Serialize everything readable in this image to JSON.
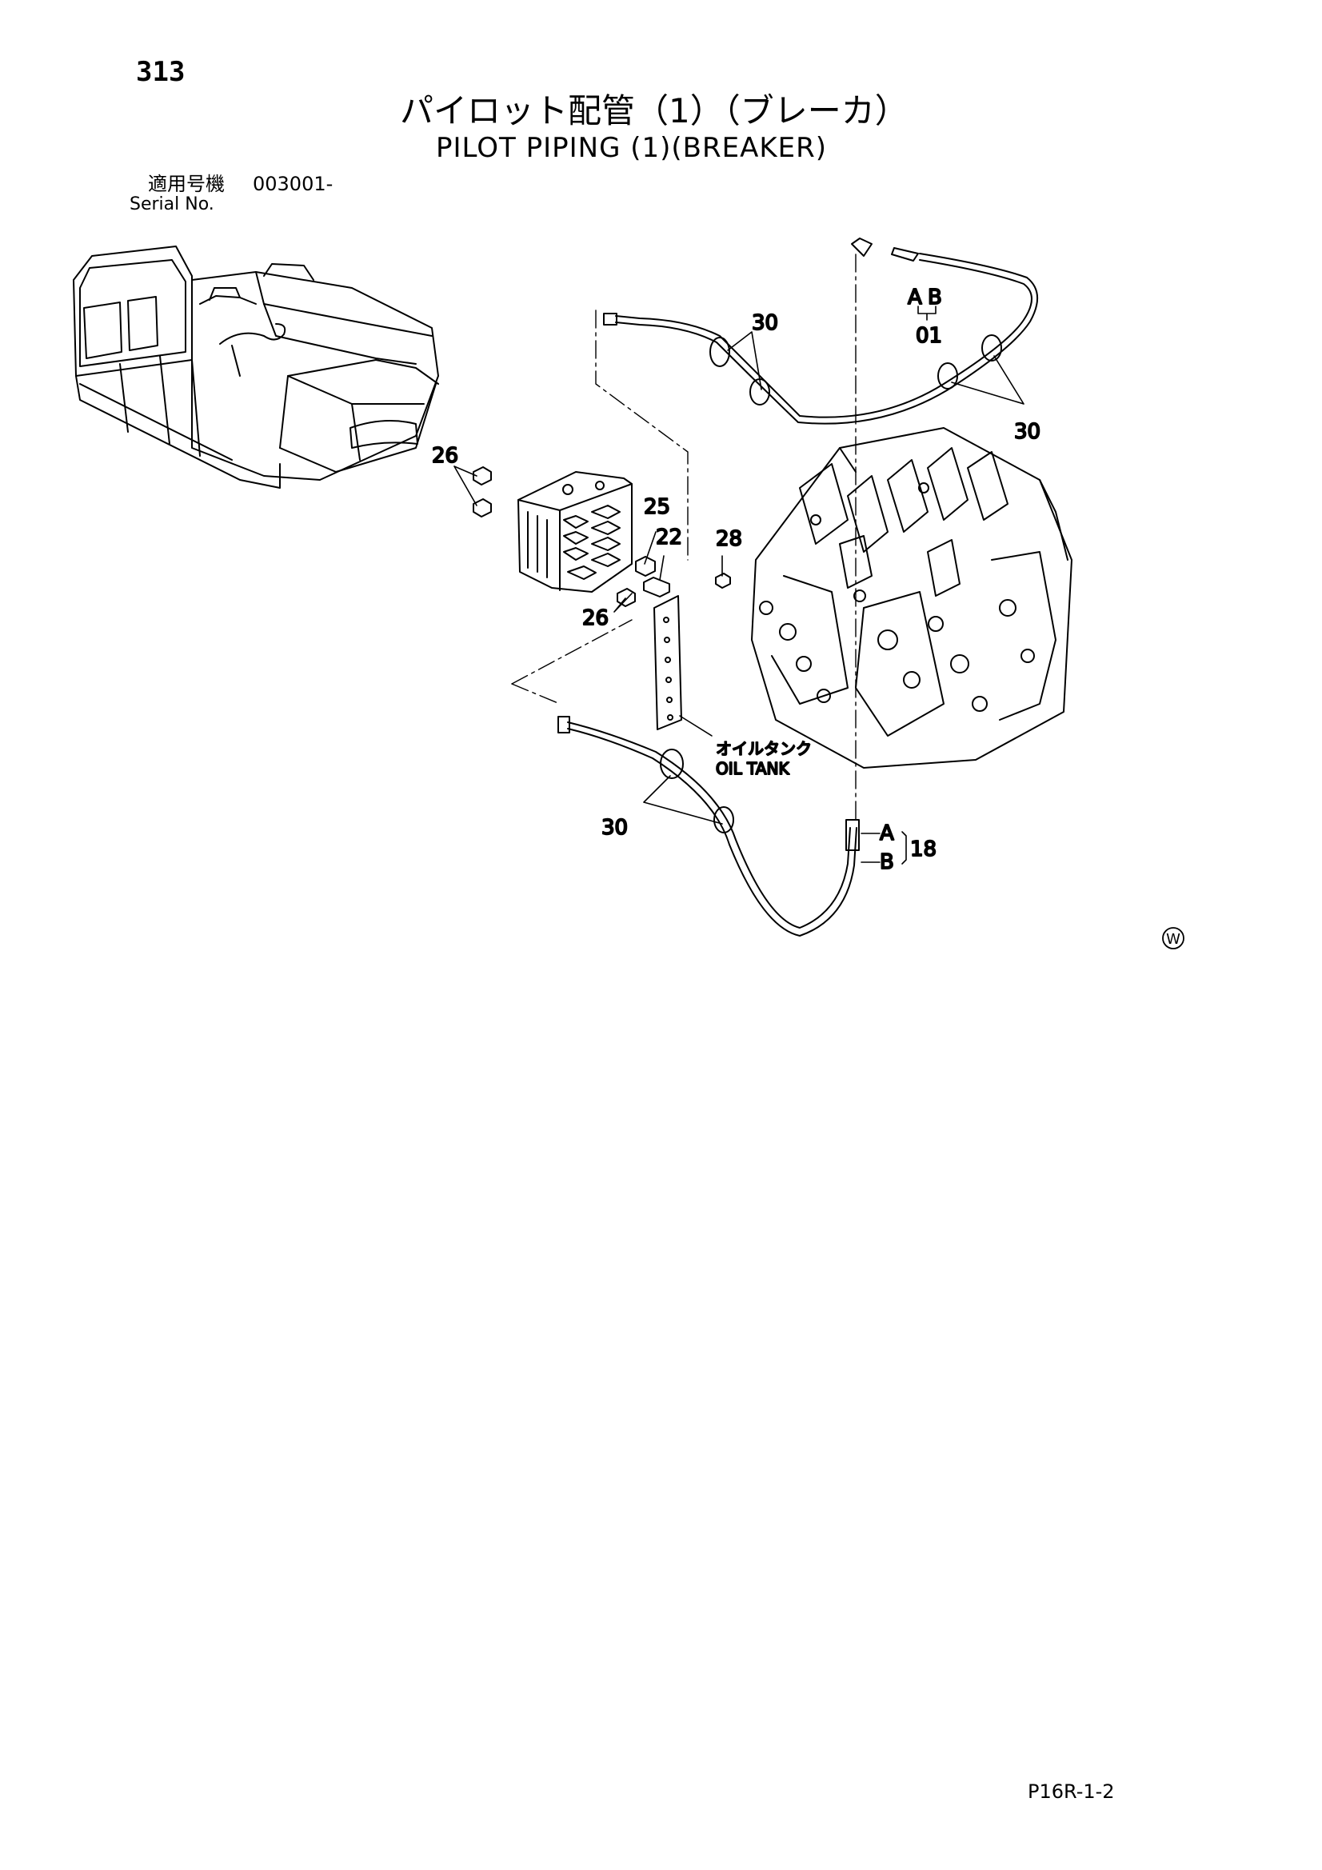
{
  "header": {
    "page_number": "313",
    "title_ja": "パイロット配管（1）（ブレーカ）",
    "title_en": "PILOT PIPING (1)(BREAKER)",
    "serial_label_ja": "適用号機",
    "serial_value": "003001-",
    "serial_label_en": "Serial No."
  },
  "callouts": {
    "p01": "01",
    "p18": "18",
    "p22": "22",
    "p25": "25",
    "p26_top": "26",
    "p26_bottom": "26",
    "p28": "28",
    "p30_top": "30",
    "p30_right": "30",
    "p30_bottom": "30",
    "port_a_top": "A",
    "port_b_top": "B",
    "port_a_bottom": "A",
    "port_b_bottom": "B",
    "oil_tank_ja": "オイルタンク",
    "oil_tank_en": "OIL TANK",
    "w_mark": "W"
  },
  "footer": {
    "page_code": "P16R-1-2"
  }
}
